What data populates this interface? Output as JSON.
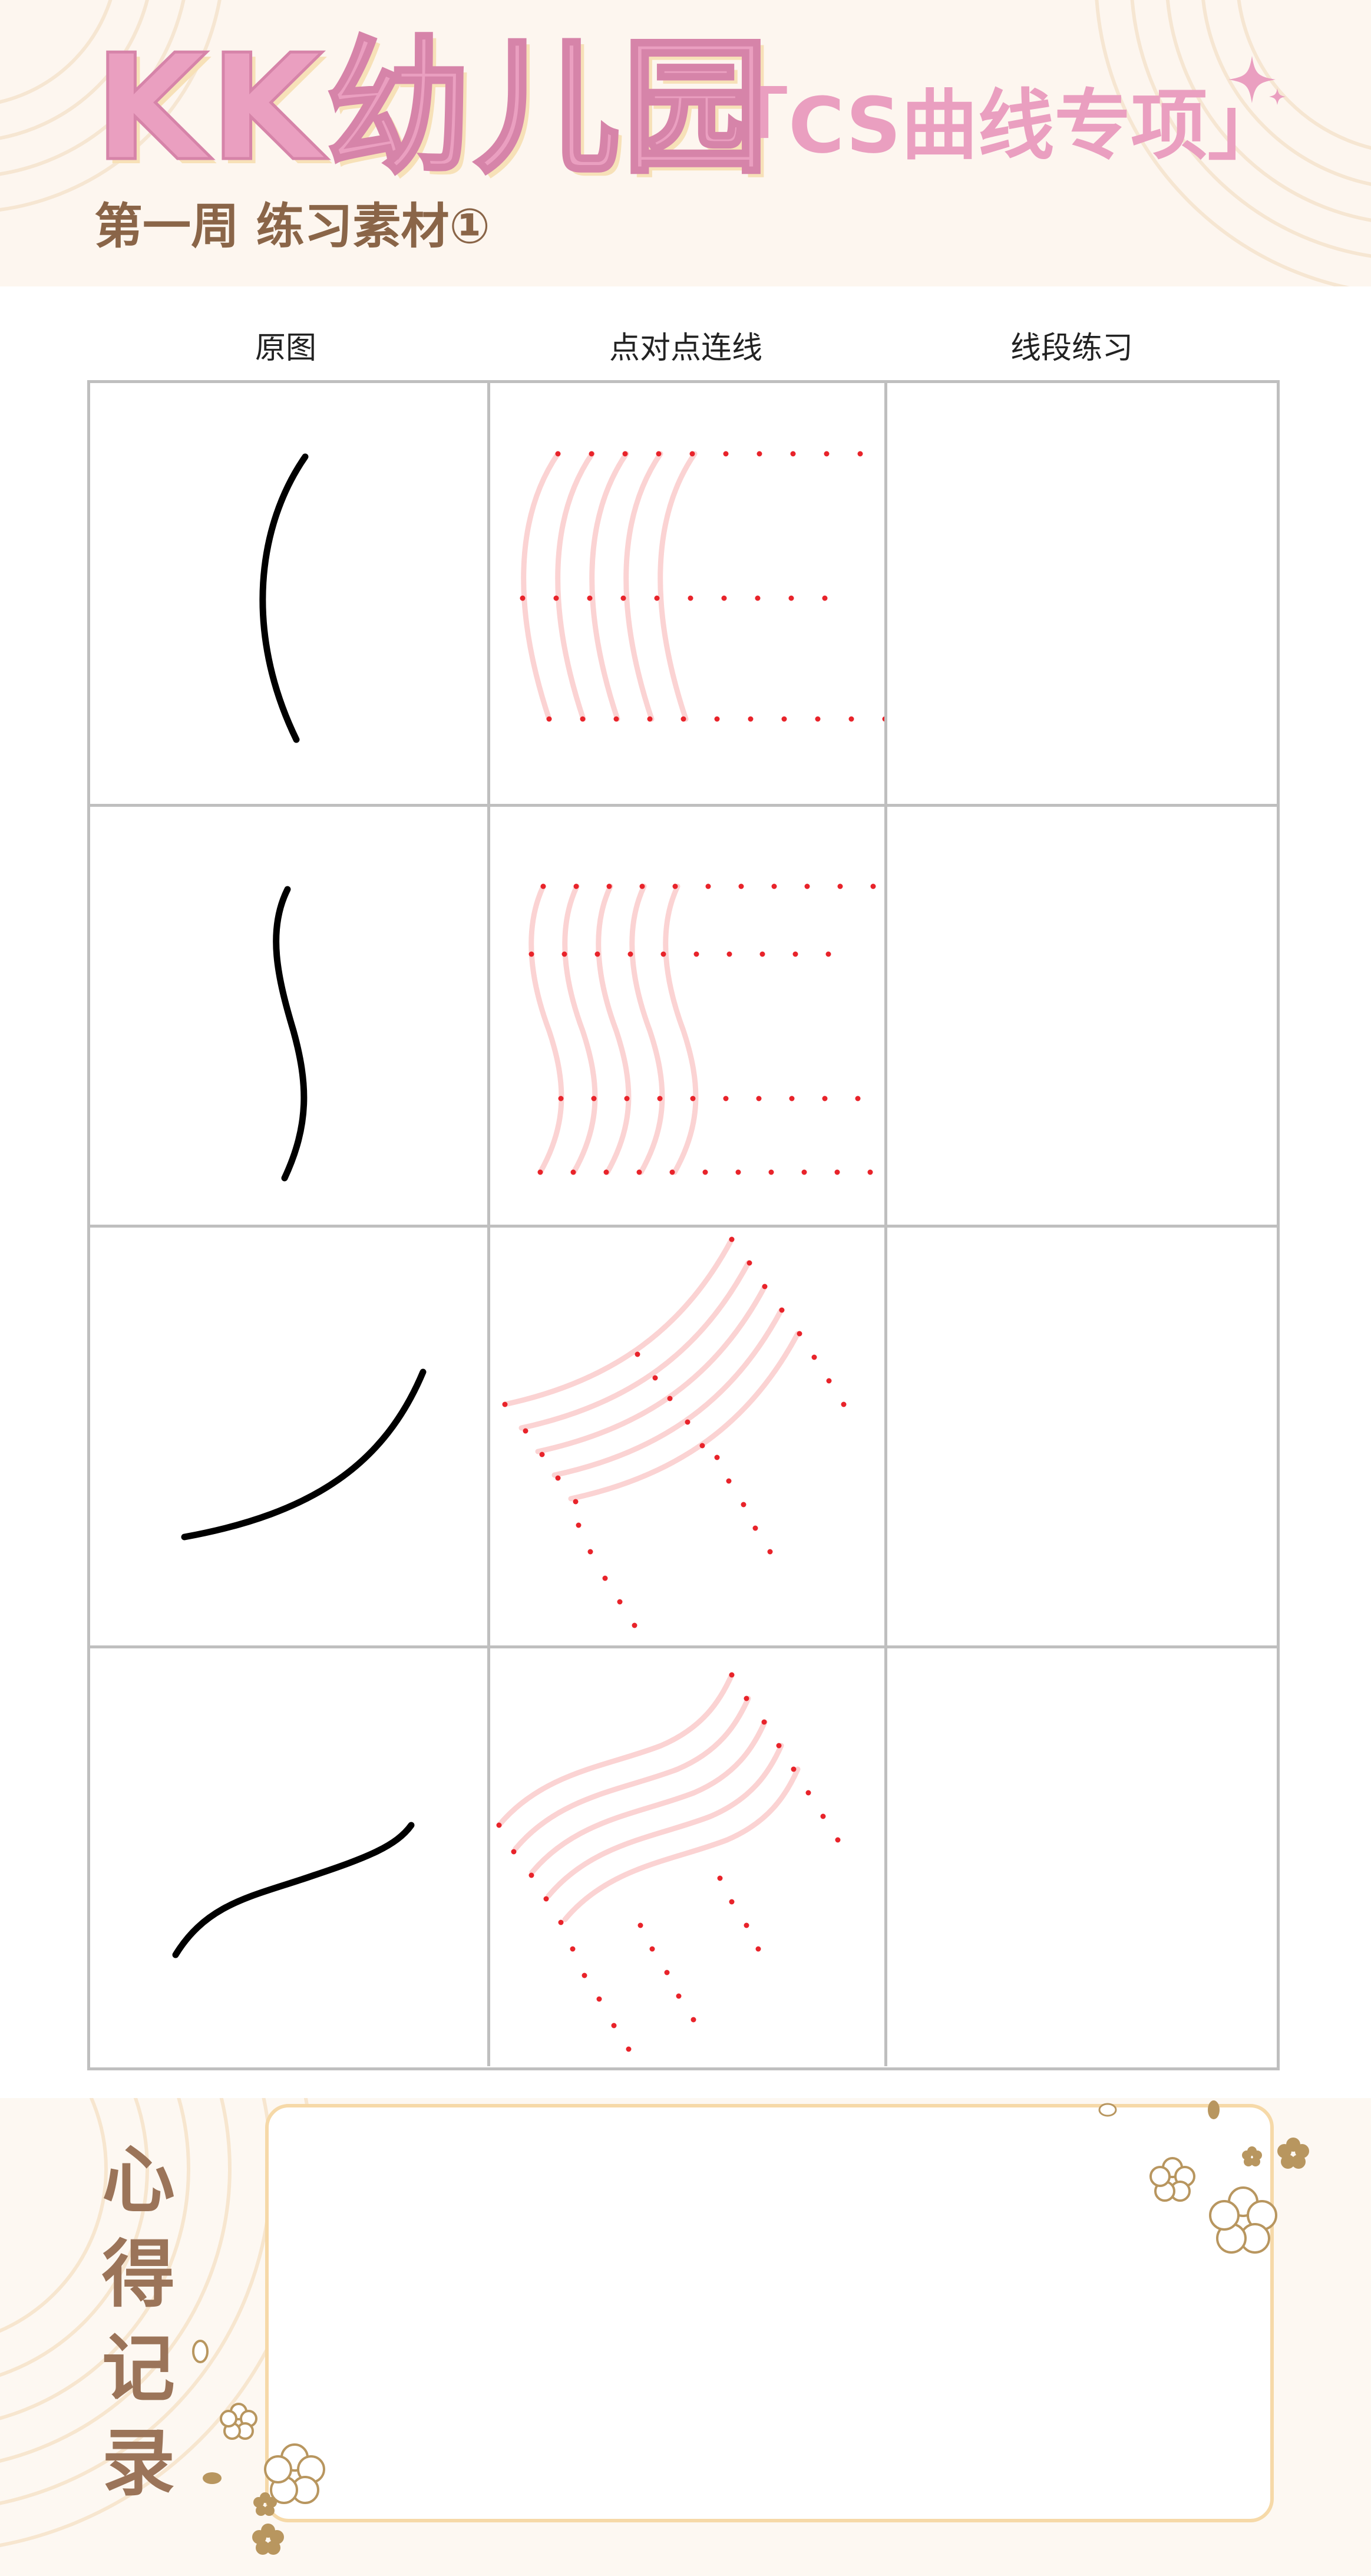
{
  "header": {
    "title": "KK幼儿园",
    "subtitle": "「CS曲线专项」",
    "week_label": "第一周  练习素材①"
  },
  "table": {
    "columns": [
      "原图",
      "点对点连线",
      "线段练习"
    ],
    "rows": [
      {
        "shape": "left-arc"
      },
      {
        "shape": "s-curve"
      },
      {
        "shape": "rising-arc"
      },
      {
        "shape": "rising-s-curve"
      }
    ]
  },
  "notes": {
    "title_chars": [
      "心",
      "得",
      "记",
      "录"
    ]
  },
  "colors": {
    "title_pink": "#ea9fc0",
    "brown": "#8a6548",
    "guide_pink": "#fbd3d3",
    "dot_red": "#e8232a",
    "grid_gray": "#bfbfbf",
    "frame_gold": "#f6d9a8"
  }
}
